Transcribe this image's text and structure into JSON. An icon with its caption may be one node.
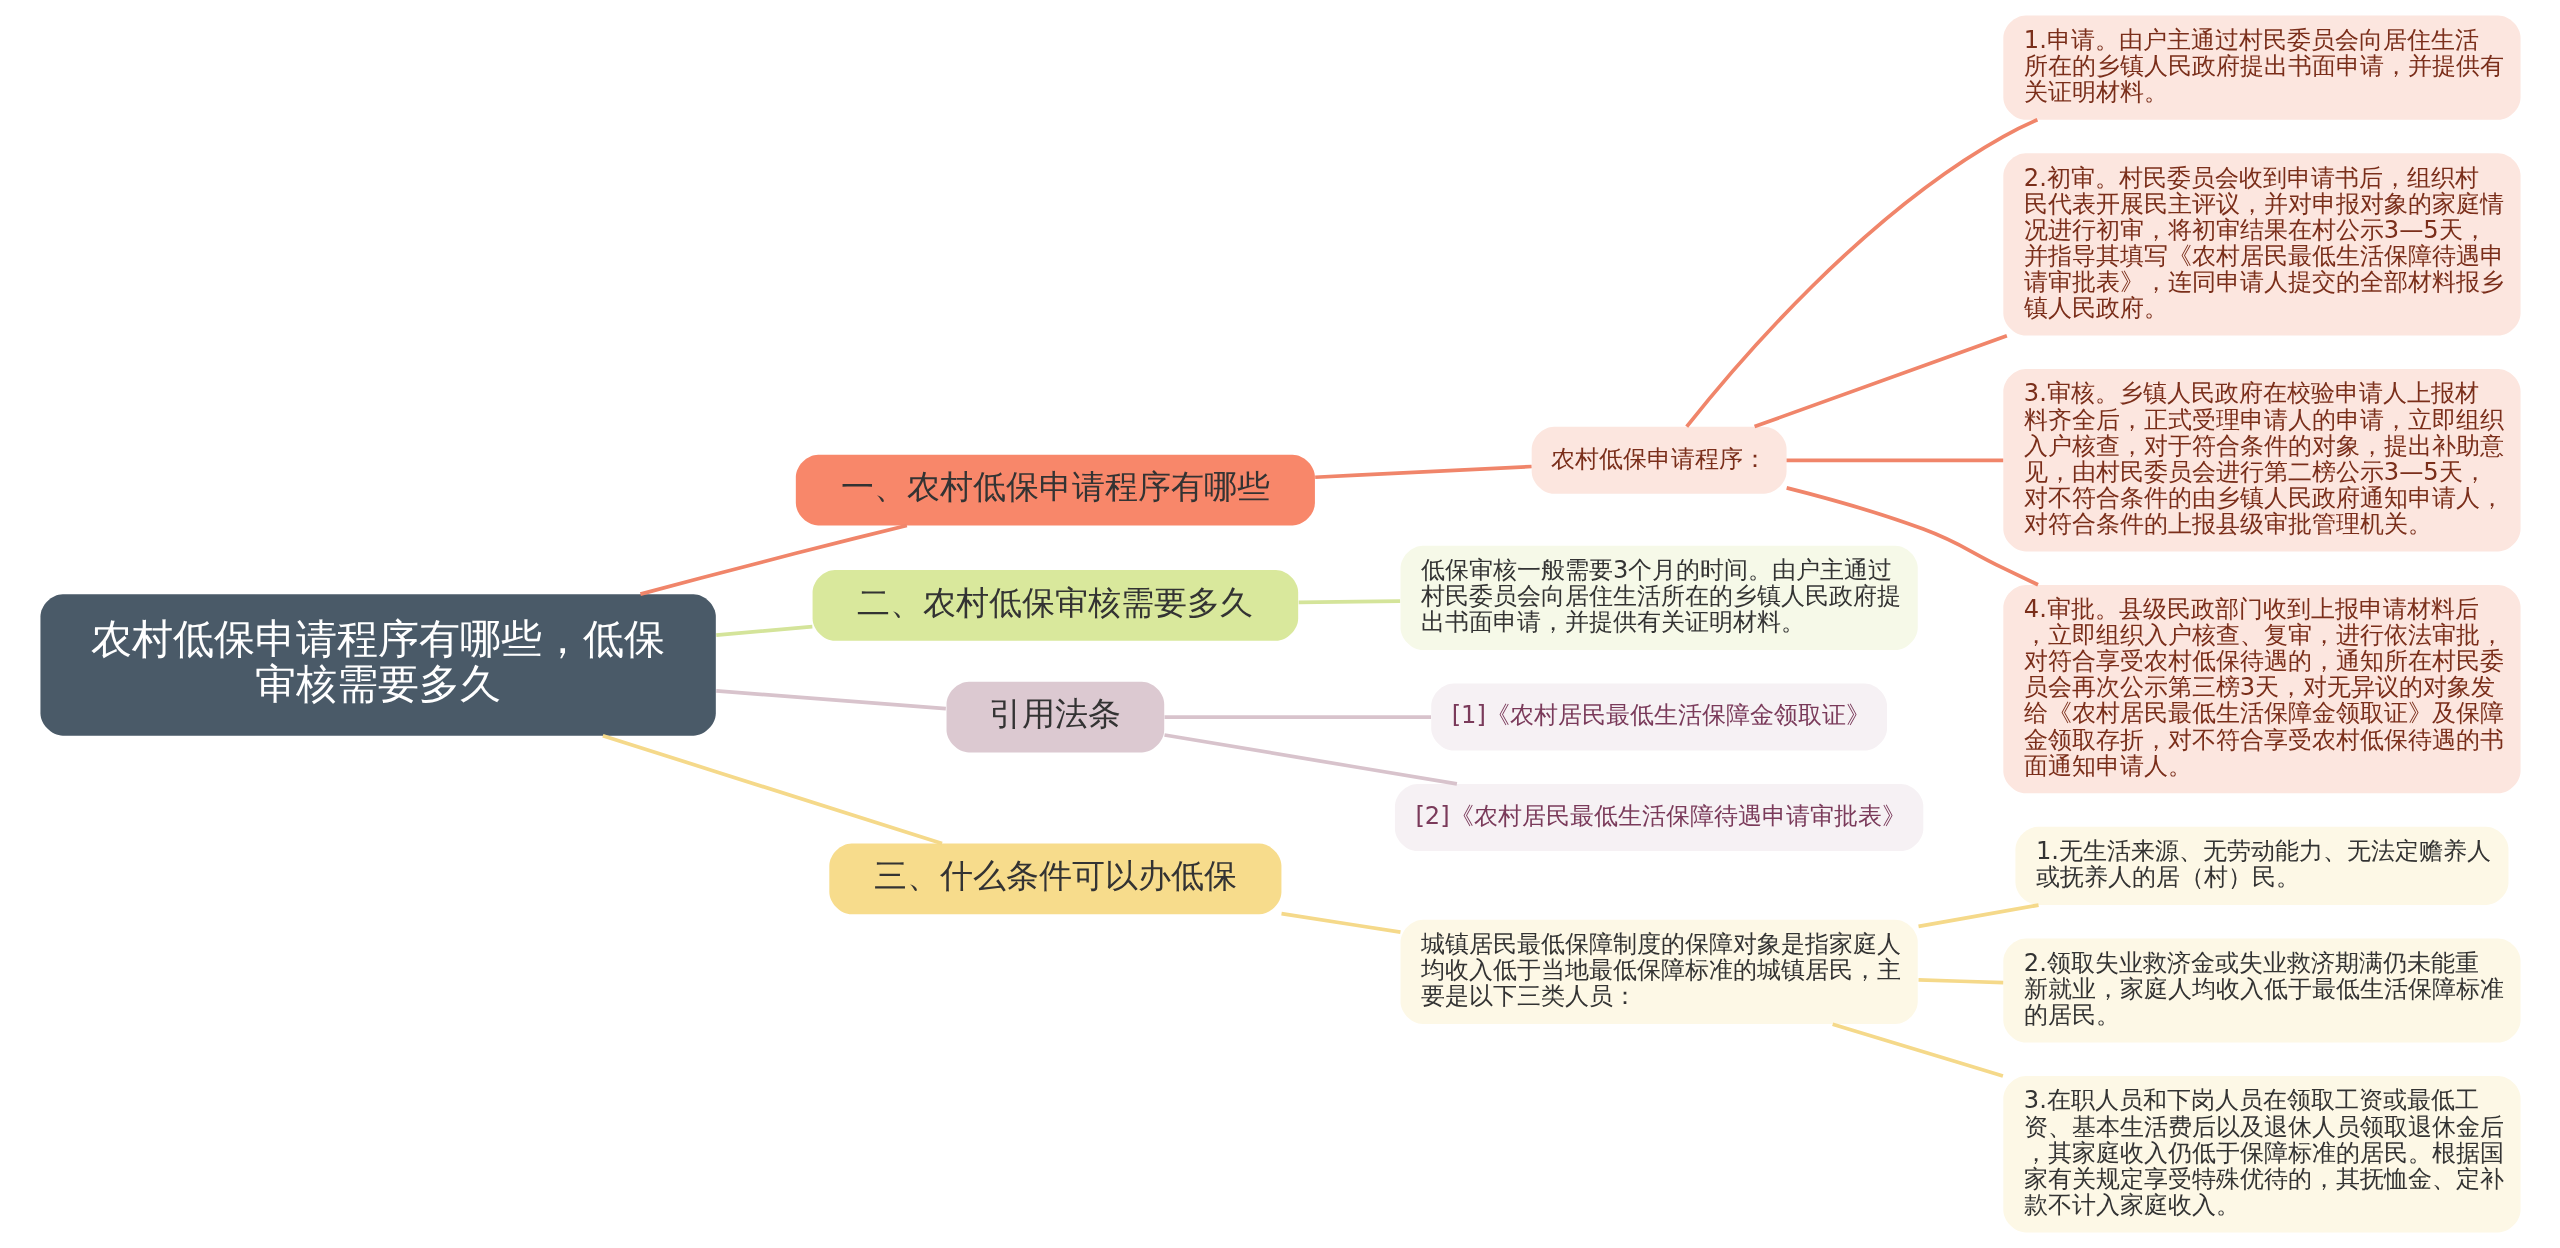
{
  "diagram": {
    "nodes": [
      {
        "text": [
          "农村低保申请程序有哪些，低保审核需要多久"
        ]
      },
      {
        "text": [
          "一、农村低保申请程序有哪些"
        ]
      },
      {
        "text": [
          "农村低保申请程序："
        ]
      },
      {
        "text": [
          "1.申请。由户主通过村民委员会向居住生活所在的乡镇人民政府提出书面申请，并提供有关证明材料。"
        ]
      },
      {
        "text": [
          "2.初审。村民委员会收到申请书后，组织村民代表开展民主评议，并对申报对象的家庭情况进行初审，将初审结果在村公示3—5天，并指导其填写《农村居民最低生活保障待遇申请审批表》，连同申请人提交的全部材料报乡镇人民政府。"
        ]
      },
      {
        "text": [
          "3.审核。乡镇人民政府在校验申请人上报材料齐全后，正式受理申请人的申请，立即组织入户核查，对于符合条件的对象，提出补助意见，由村民委员会进行第二榜公示3—5天，对不符合条件的由乡镇人民政府通知申请人，对符合条件的上报县级审批管理机关。"
        ]
      },
      {
        "text": [
          "4.审批。县级民政部门收到上报申请材料后，立即组织入户核查、复审，进行依法审批，对符合享受农村低保待遇的，通知所在村民委员会再次公示第三榜3天，对无异议的对象发给《农村居民最低生活保障金领取证》及保障金领取存折，对不符合享受农村低保待遇的书面通知申请人。"
        ]
      },
      {
        "text": [
          "二、农村低保审核需要多久"
        ]
      },
      {
        "text": [
          "低保审核一般需要3个月的时间。由户主通过村民委员会向居住生活所在的乡镇人民政府提出书面申请，并提供有关证明材料。"
        ]
      },
      {
        "text": [
          "引用法条"
        ]
      },
      {
        "text": [
          "[1]《农村居民最低生活保障金领取证》"
        ]
      },
      {
        "text": [
          "[2]《农村居民最低生活保障待遇申请审批表》"
        ]
      },
      {
        "text": [
          "三、什么条件可以办低保"
        ]
      },
      {
        "text": [
          "城镇居民最低保障制度的保障对象是指家庭人均收入低于当地最低保障标准的城镇居民，主要是以下三类人员："
        ]
      },
      {
        "text": [
          "1.无生活来源、无劳动能力、无法定赡养人或抚养人的居（村）民。"
        ]
      },
      {
        "text": [
          "2.领取失业救济金或失业救济期满仍未能重新就业，家庭人均收入低于最低生活保障标准的居民。"
        ]
      },
      {
        "text": [
          "3.在职人员和下岗人员在领取工资或最低工资、基本生活费后以及退休人员领取退休金后，其家庭收入仍低于保障标准的居民。根据国家有关规定享受特殊优待的，其抚恤金、定补款不计入家庭收入。"
        ]
      }
    ],
    "edges": [
      {
        "from": 0,
        "to": 1,
        "arrow": "none",
        "color": "#f0856a"
      },
      {
        "from": 1,
        "to": 2,
        "arrow": "none",
        "color": "#f0856a"
      },
      {
        "from": 2,
        "to": 3,
        "arrow": "none",
        "color": "#f0856a"
      },
      {
        "from": 2,
        "to": 4,
        "arrow": "none",
        "color": "#f0856a"
      },
      {
        "from": 2,
        "to": 5,
        "arrow": "none",
        "color": "#f0856a"
      },
      {
        "from": 2,
        "to": 6,
        "arrow": "none",
        "color": "#f0856a"
      },
      {
        "from": 0,
        "to": 7,
        "arrow": "none",
        "color": "#d4e49a"
      },
      {
        "from": 7,
        "to": 8,
        "arrow": "none",
        "color": "#d4e49a"
      },
      {
        "from": 0,
        "to": 9,
        "arrow": "none",
        "color": "#d8c3cc"
      },
      {
        "from": 9,
        "to": 10,
        "arrow": "none",
        "color": "#d8c3cc"
      },
      {
        "from": 9,
        "to": 11,
        "arrow": "none",
        "color": "#d8c3cc"
      },
      {
        "from": 0,
        "to": 12,
        "arrow": "none",
        "color": "#f5d98a"
      },
      {
        "from": 12,
        "to": 13,
        "arrow": "none",
        "color": "#f5d98a"
      },
      {
        "from": 13,
        "to": 14,
        "arrow": "none",
        "color": "#f5d98a"
      },
      {
        "from": 13,
        "to": 15,
        "arrow": "none",
        "color": "#f5d98a"
      },
      {
        "from": 13,
        "to": 16,
        "arrow": "none",
        "color": "#f5d98a"
      }
    ]
  }
}
